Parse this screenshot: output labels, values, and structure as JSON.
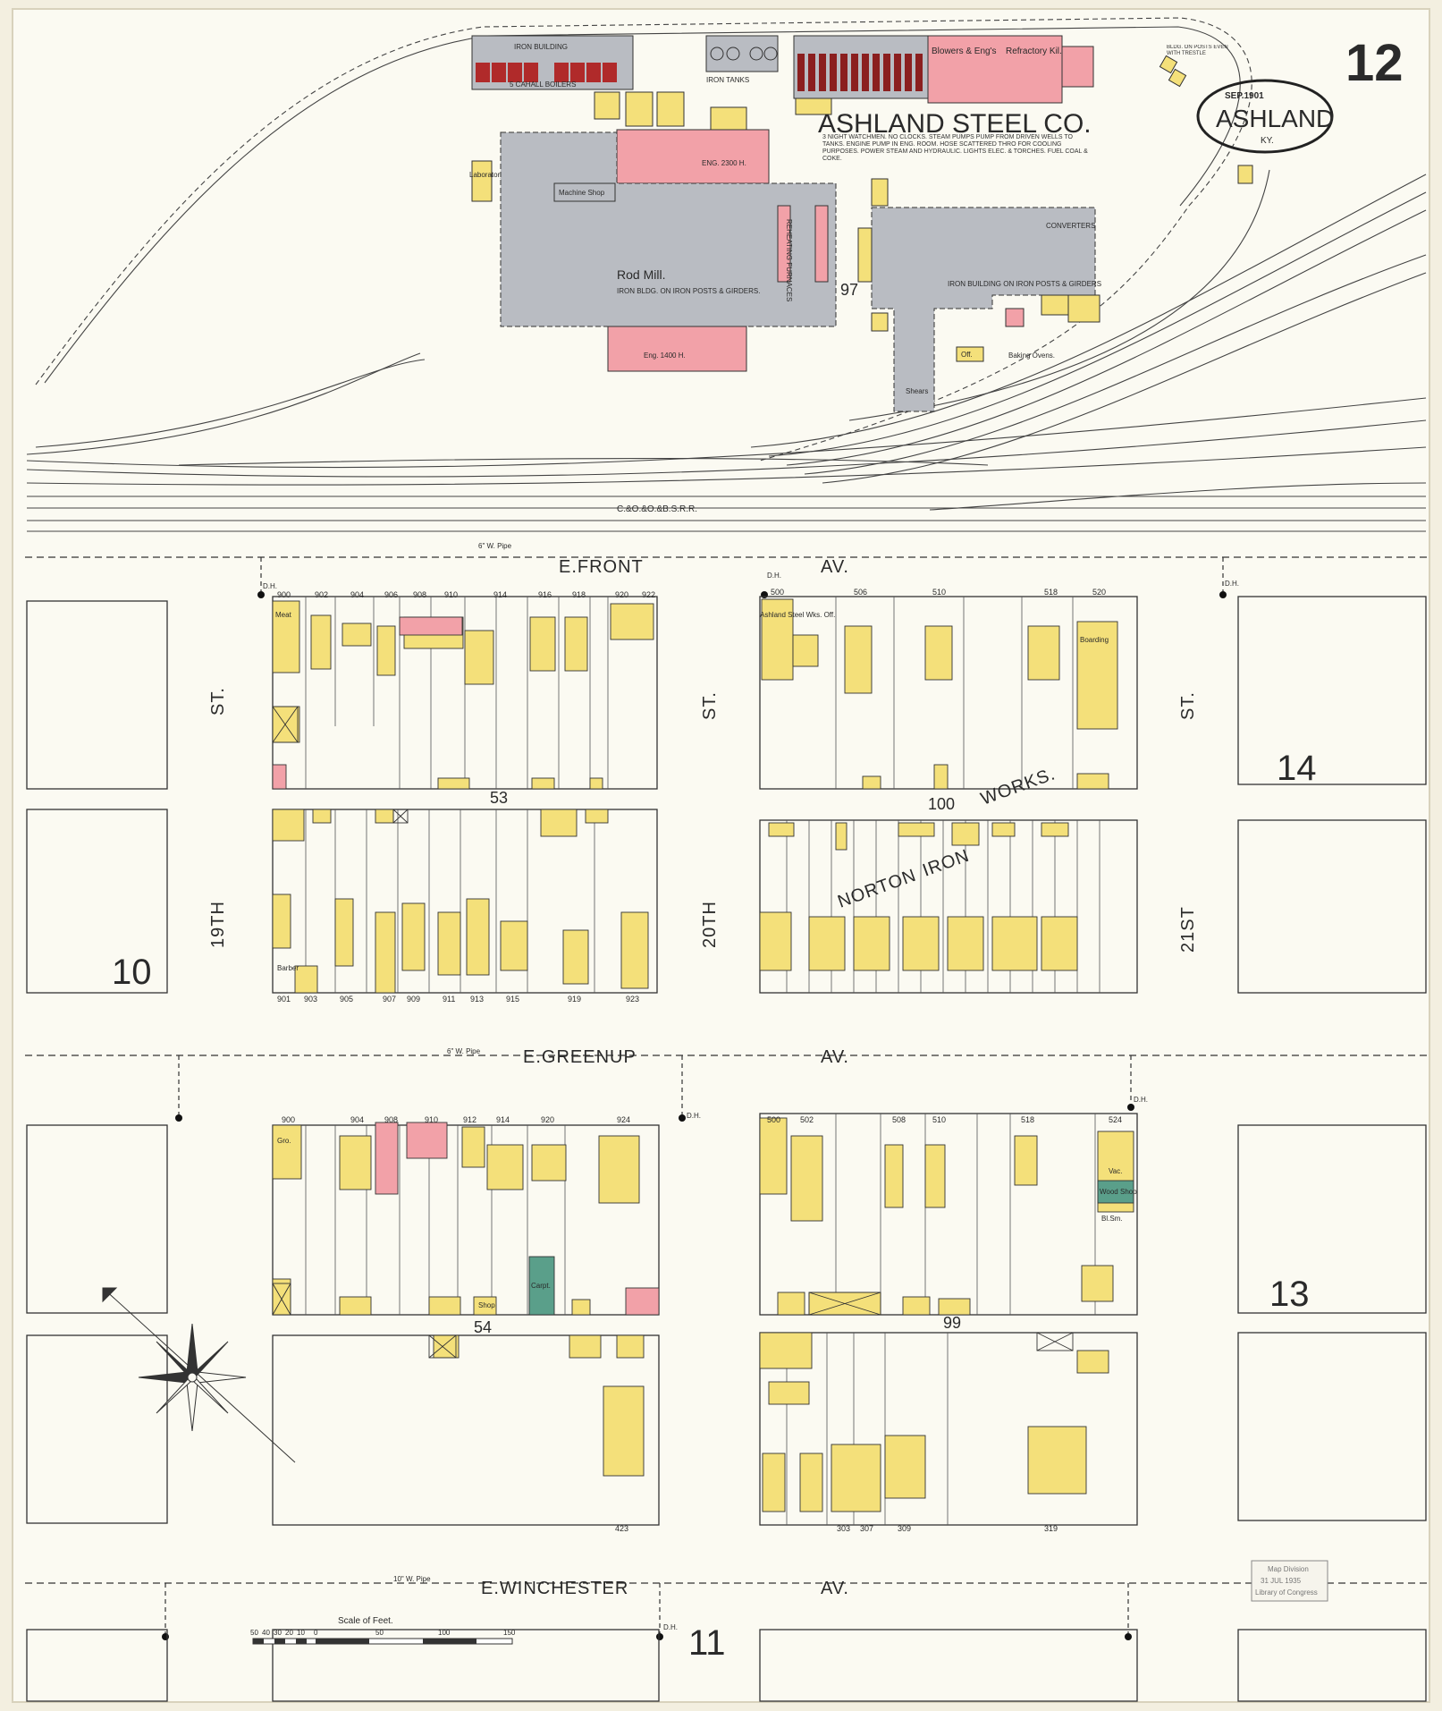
{
  "sheet": {
    "number": "12",
    "date": "SEP.1901",
    "city": "ASHLAND",
    "state": "KY.",
    "adjacent_sheets": [
      "14",
      "10",
      "13",
      "11"
    ]
  },
  "streets": {
    "front": "E.FRONT",
    "front_av": "AV.",
    "greenup": "E.GREENUP",
    "greenup_av": "AV.",
    "winchester": "E.WINCHESTER",
    "winchester_av": "AV.",
    "st19_a": "ST.",
    "st19_b": "19TH",
    "st20_a": "ST.",
    "st20_b": "20TH",
    "st21_a": "ST.",
    "st21_b": "21ST"
  },
  "railroad": "C.&O.&O.&B.S.R.R.",
  "pipes": {
    "front": "6\" W. Pipe",
    "greenup": "6\" W. Pipe",
    "winchester": "10\" W. Pipe"
  },
  "blocks": [
    "53",
    "54",
    "100",
    "99",
    "97"
  ],
  "steel_works": {
    "name": "ASHLAND STEEL CO.",
    "notes": "3 NIGHT WATCHMEN. NO CLOCKS. STEAM PUMPS PUMP FROM DRIVEN WELLS TO TANKS. ENGINE PUMP IN ENG. ROOM. HOSE SCATTERED THRO FOR COOLING PURPOSES. POWER STEAM AND HYDRAULIC. LIGHTS ELEC. & TORCHES. FUEL COAL & COKE.",
    "labels": {
      "iron_building": "IRON BUILDING",
      "boilers": "5 CAHALL BOILERS",
      "iron_tanks": "IRON TANKS",
      "blowers": "Blowers & Eng's",
      "refractory": "Refractory Kil.",
      "laboratory": "Laboratory",
      "machine_shop": "Machine Shop",
      "rod_mill": "Rod Mill.",
      "rod_mill_note": "IRON BLDG. ON IRON POSTS & GIRDERS.",
      "eng_2300": "ENG. 2300 H.",
      "eng_1400": "Eng. 1400 H.",
      "reheating": "REHEATING FURNACES",
      "converters": "CONVERTERS",
      "iron_building_note": "IRON BUILDING ON IRON POSTS & GIRDERS",
      "baking_ovens": "Baking Ovens.",
      "office": "Off.",
      "shears": "Shears",
      "bldg_on_posts": "BLDG. ON POSTS EVEN WITH TRESTLE"
    }
  },
  "norton_works": [
    "NORTON",
    "IRON",
    "WORKS."
  ],
  "labels": {
    "ashland_steel_wks_off": "Ashland Steel Wks. Off.",
    "boarding": "Boarding",
    "meat": "Meat",
    "barber": "Barber",
    "gro": "Gro.",
    "shop": "Shop",
    "carpt": "Carpt.",
    "vac": "Vac.",
    "wood_shop": "Wood Shop",
    "bl_sm": "Bl.Sm.",
    "dh": "D.H."
  },
  "addresses": {
    "front_south": [
      "900",
      "902",
      "904",
      "906",
      "908",
      "910",
      "914",
      "916",
      "918",
      "920",
      "922",
      "500",
      "506",
      "510",
      "518",
      "520"
    ],
    "greenup_north": [
      "901",
      "903",
      "905",
      "907",
      "909",
      "911",
      "913",
      "915",
      "919",
      "923"
    ],
    "greenup_south": [
      "900",
      "904",
      "908",
      "910",
      "912",
      "914",
      "920",
      "924",
      "500",
      "502",
      "508",
      "510",
      "518",
      "524"
    ],
    "winchester_north": [
      "423",
      "303",
      "307",
      "309",
      "319"
    ]
  },
  "scale": {
    "title": "Scale of Feet.",
    "ticks": [
      "50",
      "40",
      "30",
      "20",
      "10",
      "0",
      "50",
      "100",
      "150"
    ]
  },
  "stamp": {
    "line1": "Map Division",
    "line2": "31 JUL 1935",
    "line3": "Library of Congress"
  },
  "colors": {
    "paper": "#f3efe0",
    "frame": "#fbfaf2",
    "brick": "#f2a1a8",
    "frame_bldg": "#f4e07a",
    "iron": "#b9bcc2",
    "stone": "#5a9f8a"
  }
}
